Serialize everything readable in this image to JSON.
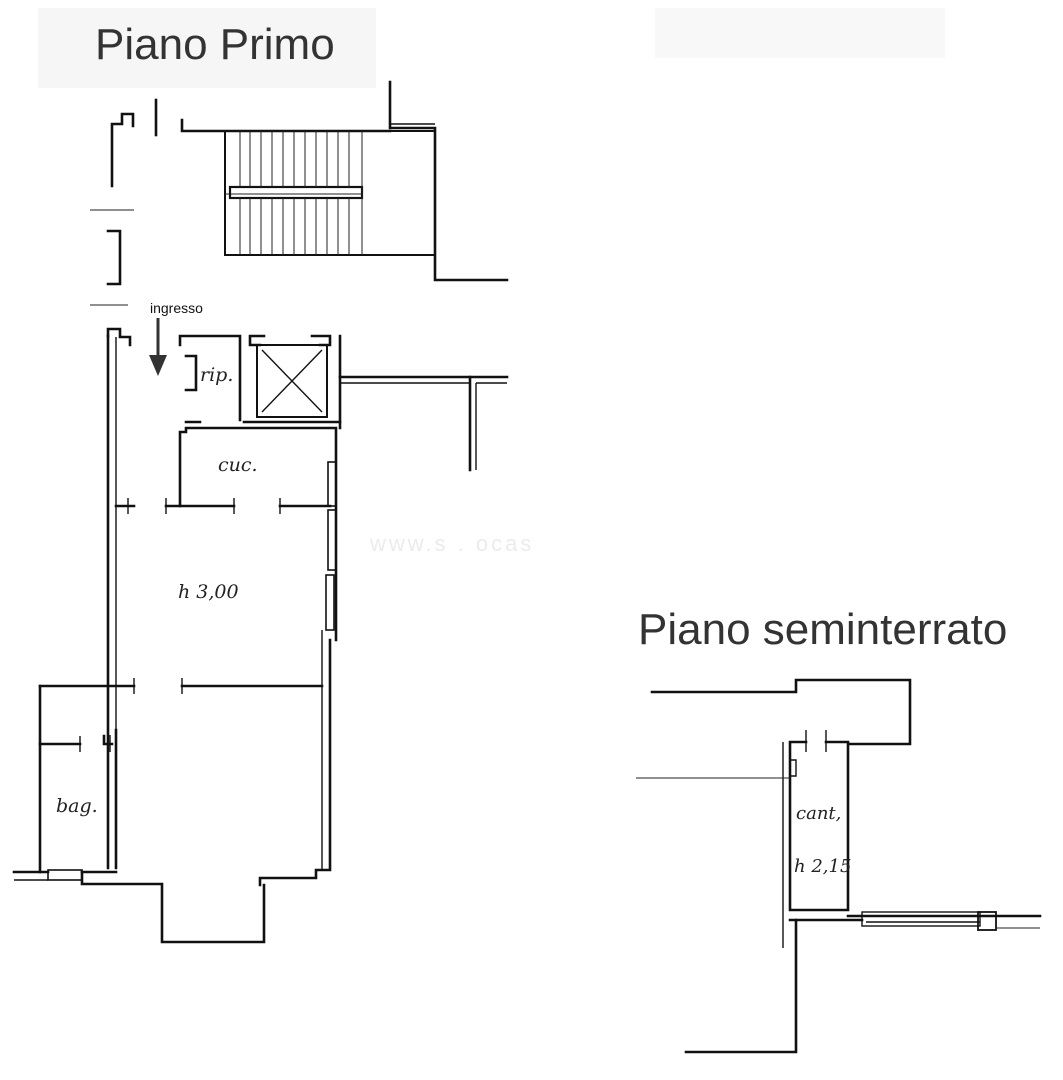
{
  "titles": {
    "first_floor": "Piano Primo",
    "basement": "Piano seminterrato"
  },
  "rooms": {
    "entrance": "ingresso",
    "storage": "rip.",
    "kitchen": "cuc.",
    "living_height": "h 3,00",
    "bathroom": "bag.",
    "cellar": "cant,",
    "cellar_height": "h 2,15"
  },
  "watermark": "www.s   .   ocas"
}
